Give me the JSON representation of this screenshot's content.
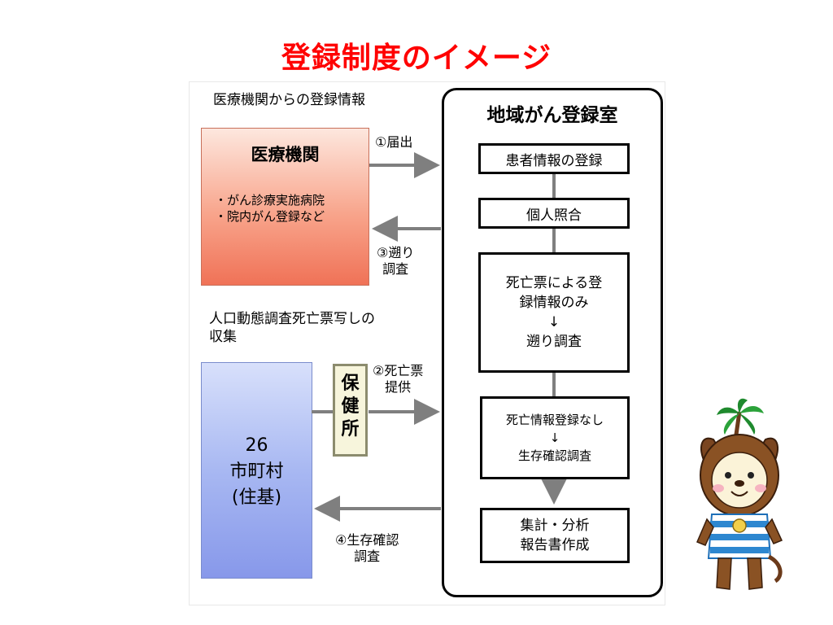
{
  "title": "登録制度のイメージ",
  "section_labels": {
    "medical_info": "医療機関からの登録情報",
    "death_certificates": "人口動態調査死亡票写しの\n収集"
  },
  "medical_box": {
    "title": "医療機関",
    "items": "・がん診療実施病院\n・院内がん登録など"
  },
  "municipalities_box": {
    "text": "26\n市町村\n(住基)"
  },
  "health_center": "保\n健\n所",
  "registry_room": {
    "title": "地域がん登録室",
    "steps": [
      "患者情報の登録",
      "個人照合",
      "死亡票による登\n録情報のみ\n↓\n遡り調査",
      "死亡情報登録なし\n↓\n生存確認調査",
      "集計・分析\n報告書作成"
    ]
  },
  "arrow_labels": {
    "report": "①届出",
    "retro_survey": "③遡り\n調査",
    "death_cert_provide": "②死亡票\n提供",
    "survival_survey": "④生存確認\n調査"
  },
  "colors": {
    "title": "#ff0000",
    "arrow": "#7f7f7f",
    "medical_gradient_end": "#f07257",
    "municipal_gradient_end": "#8798ea",
    "health_center_fill": "#f7f5dc"
  },
  "mascot_icon": "palm-tree-dog-mascot"
}
